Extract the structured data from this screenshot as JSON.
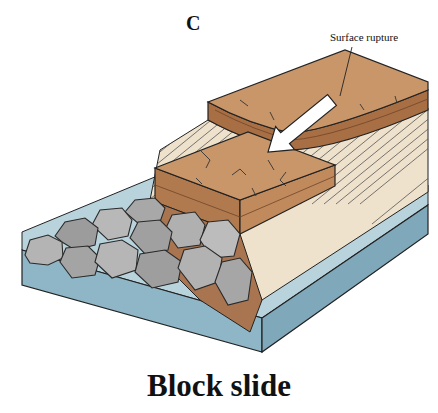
{
  "diagram": {
    "caption": "Block slide",
    "labels": [
      "C",
      "Surface rupture"
    ]
  }
}
